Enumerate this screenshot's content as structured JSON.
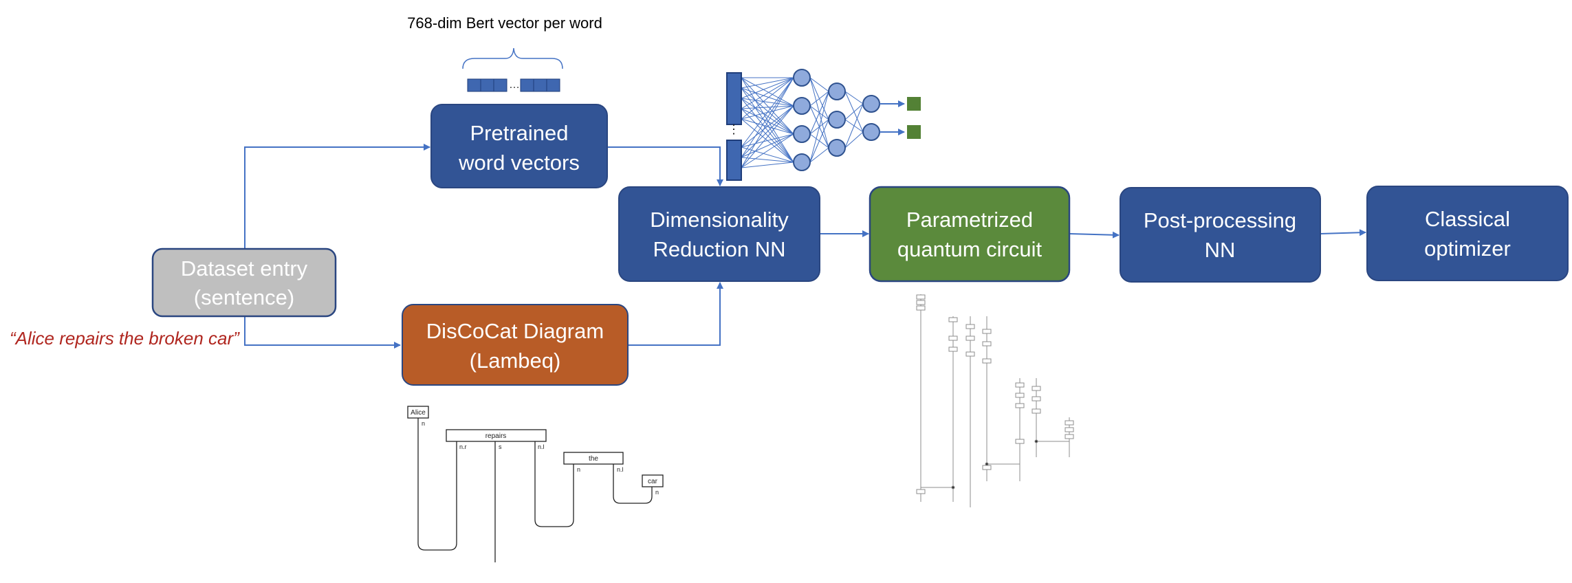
{
  "bert_label": "768-dim Bert vector per word",
  "example_sentence": "“Alice repairs the broken car”",
  "colors": {
    "blue_box": "#325495",
    "blue_border": "#2a4680",
    "green_box": "#5b8a3c",
    "orange_box": "#b85c27",
    "gray_box": "#bfbfbf",
    "arrow": "#4472c4",
    "nn_node": "#8faadc",
    "nn_output": "#538135",
    "vector_cell": "#3f67b0"
  },
  "boxes": {
    "dataset": {
      "line1": "Dataset entry",
      "line2": "(sentence)"
    },
    "pretrained": {
      "line1": "Pretrained",
      "line2": "word vectors"
    },
    "discocat": {
      "line1": "DisCoCat Diagram",
      "line2": "(Lambeq)"
    },
    "dim_reduction": {
      "line1": "Dimensionality",
      "line2": "Reduction NN"
    },
    "quantum": {
      "line1": "Parametrized",
      "line2": "quantum circuit"
    },
    "postprocess": {
      "line1": "Post-processing",
      "line2": "NN"
    },
    "optimizer": {
      "line1": "Classical",
      "line2": "optimizer"
    }
  },
  "disco_diagram": {
    "words": [
      "Alice",
      "repairs",
      "the",
      "car"
    ],
    "types": {
      "alice": "n",
      "repairs_nr": "n.r",
      "repairs_s": "s",
      "repairs_nl": "n.l",
      "the_n": "n",
      "the_nl": "n.l",
      "car_n": "n"
    }
  },
  "vector_ellipsis": "…",
  "nn_ellipsis": "⋮"
}
